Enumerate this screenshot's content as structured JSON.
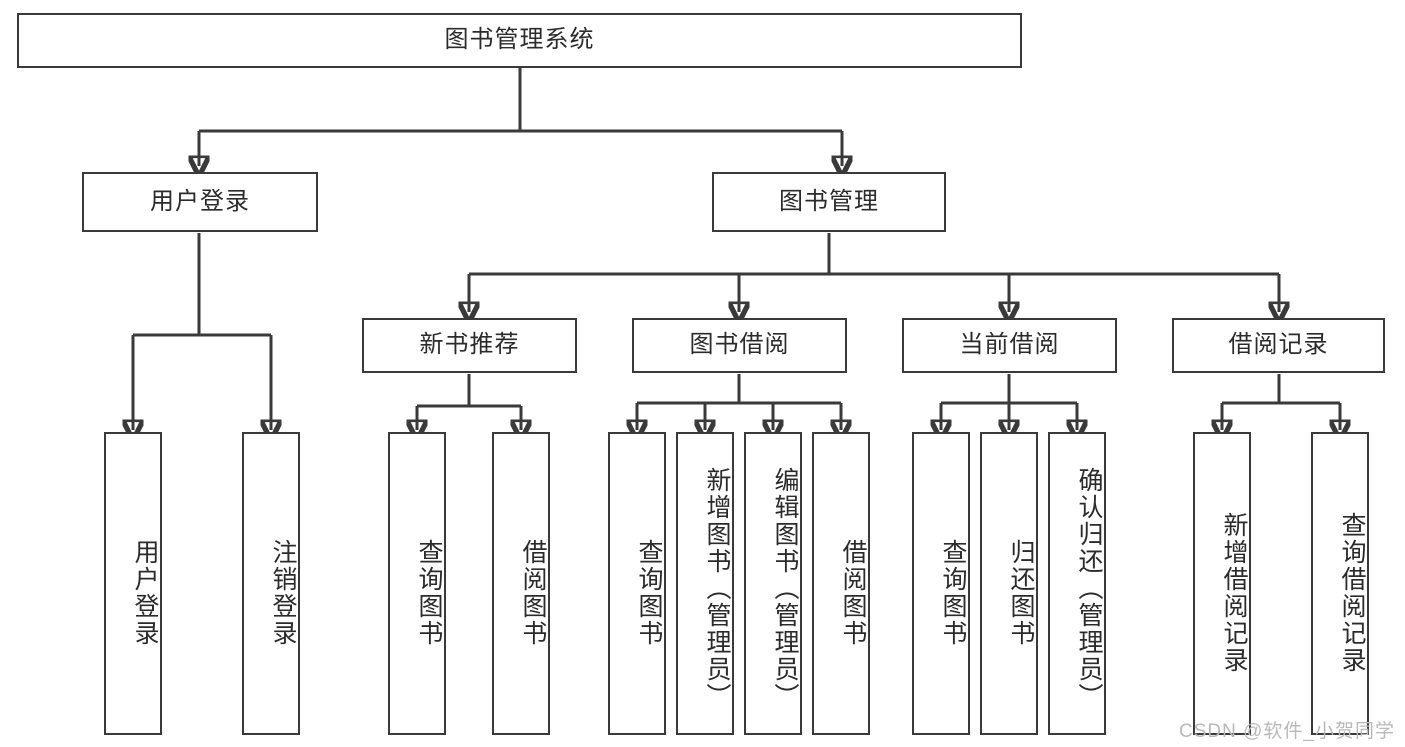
{
  "diagram": {
    "type": "tree",
    "title": "图书管理系统",
    "root": {
      "label": "图书管理系统",
      "children": [
        {
          "label": "用户登录",
          "children": [
            {
              "label": "用户登录"
            },
            {
              "label": "注销登录"
            }
          ]
        },
        {
          "label": "图书管理",
          "children": [
            {
              "label": "新书推荐",
              "children": [
                {
                  "label": "查询图书"
                },
                {
                  "label": "借阅图书"
                }
              ]
            },
            {
              "label": "图书借阅",
              "children": [
                {
                  "label": "查询图书"
                },
                {
                  "label": "新增图书（管理员）"
                },
                {
                  "label": "编辑图书（管理员）"
                },
                {
                  "label": "借阅图书"
                }
              ]
            },
            {
              "label": "当前借阅",
              "children": [
                {
                  "label": "查询图书"
                },
                {
                  "label": "归还图书"
                },
                {
                  "label": "确认归还（管理员）"
                }
              ]
            },
            {
              "label": "借阅记录",
              "children": [
                {
                  "label": "新增借阅记录"
                },
                {
                  "label": "查询借阅记录"
                }
              ]
            }
          ]
        }
      ]
    },
    "nodes": {
      "root_title": "图书管理系统",
      "l1_user_login": "用户登录",
      "l1_book_manage": "图书管理",
      "l2_new_book_rec": "新书推荐",
      "l2_book_borrow": "图书借阅",
      "l2_current_borrow": "当前借阅",
      "l2_borrow_record": "借阅记录",
      "leaf_user_login": "用户登录",
      "leaf_logout": "注销登录",
      "leaf_query_book_a": "查询图书",
      "leaf_borrow_book_a": "借阅图书",
      "leaf_query_book_b": "查询图书",
      "leaf_add_book": "新增图书（管理员）",
      "leaf_edit_book": "编辑图书（管理员）",
      "leaf_borrow_book_b": "借阅图书",
      "leaf_query_book_c": "查询图书",
      "leaf_return_book": "归还图书",
      "leaf_confirm_return": "确认归还（管理员）",
      "leaf_add_record": "新增借阅记录",
      "leaf_query_record": "查询借阅记录"
    },
    "colors": {
      "stroke": "#3a3a3a",
      "fill": "#ffffff",
      "text": "#2b2b2b",
      "watermark": "#b9b9b9"
    }
  },
  "watermark": {
    "text": "CSDN @软件_小贺同学"
  }
}
